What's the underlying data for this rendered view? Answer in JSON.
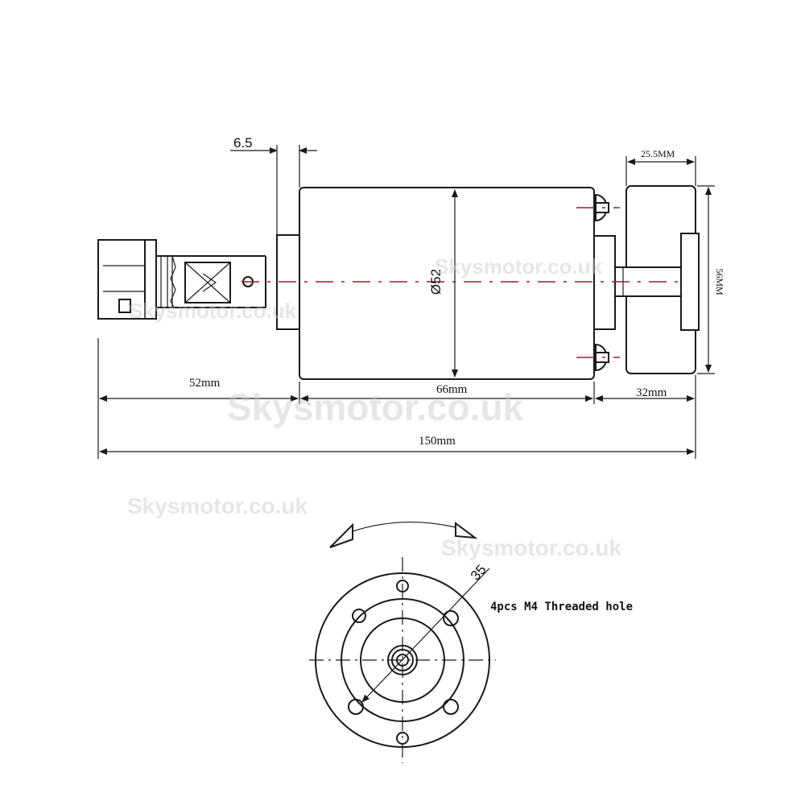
{
  "dimensions": {
    "flange_thickness": "6.5",
    "mount_depth": "25.5MM",
    "mount_height": "56MM",
    "body_diameter": "Ø52",
    "rear_length": "52mm",
    "body_length": "66mm",
    "front_length": "32mm",
    "total_length": "150mm",
    "bolt_circle": "35"
  },
  "notes": {
    "threaded_holes": "4pcs M4 Threaded hole"
  },
  "watermarks": [
    "Skysmotor.co.uk",
    "Skysmotor.co.uk",
    "Skysmotor.co.uk",
    "Skysmotor.co.uk",
    "Skysmotor.co.uk"
  ],
  "colors": {
    "line": "#1a1a1a",
    "centerline": "#9b1b2a",
    "watermark": "#c9c9c9"
  }
}
